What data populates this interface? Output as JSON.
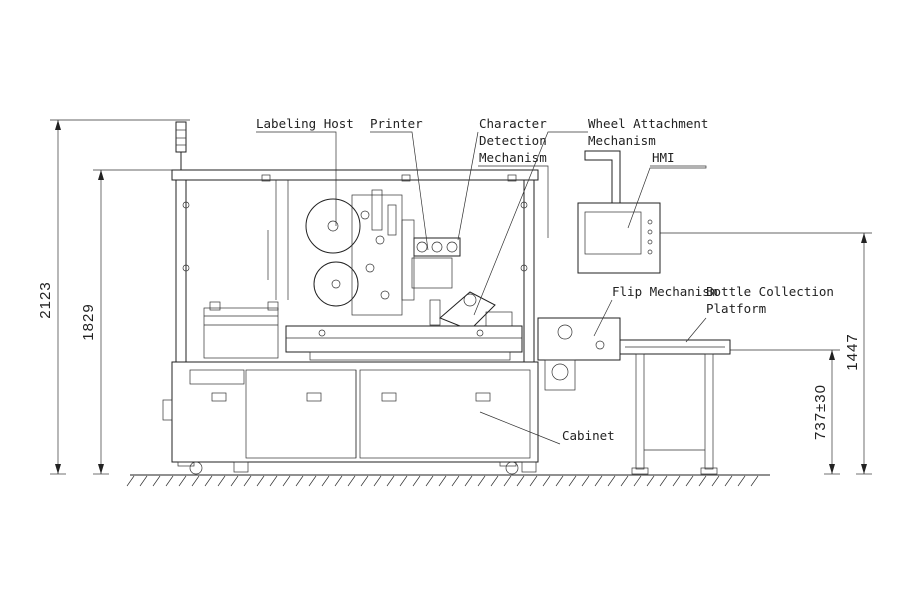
{
  "labels": {
    "labeling_host": "Labeling Host",
    "printer": "Printer",
    "character_detection": [
      "Character",
      "Detection",
      "Mechanism"
    ],
    "wheel_attachment": [
      "Wheel Attachment",
      "Mechanism"
    ],
    "hmi": "HMI",
    "flip_mechanism": "Flip Mechanism",
    "bottle_collection": [
      "Bottle Collection",
      "Platform"
    ],
    "cabinet": "Cabinet"
  },
  "dimensions": {
    "overall_height": "2123",
    "frame_height": "1829",
    "hmi_height": "1447",
    "platform_height": "737±30"
  }
}
